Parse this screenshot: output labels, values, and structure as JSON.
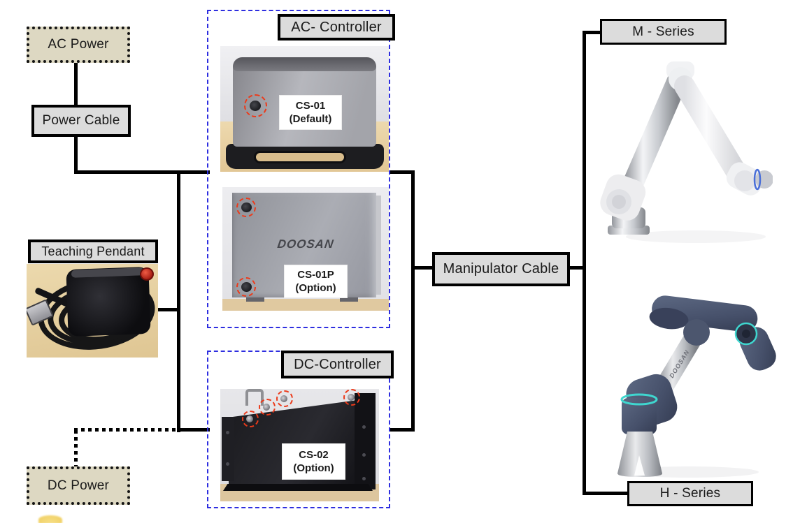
{
  "nodes": {
    "ac_power": "AC Power",
    "power_cable": "Power Cable",
    "teaching_pendant": "Teaching Pendant",
    "dc_power": "DC Power",
    "ac_controller": "AC- Controller",
    "dc_controller": "DC-Controller",
    "manipulator_cable": "Manipulator Cable",
    "m_series": "M - Series",
    "h_series": "H - Series"
  },
  "controllers": {
    "cs01": {
      "model": "CS-01",
      "variant": "(Default)"
    },
    "cs01p": {
      "model": "CS-01P",
      "variant": "(Option)"
    },
    "cs02": {
      "model": "CS-02",
      "variant": "(Option)"
    }
  },
  "brand": {
    "logo": "DOOSAN"
  },
  "colors": {
    "line": "#000000",
    "label_fill": "#dcdcdc",
    "power_fill": "#ddd8c2",
    "controller_frame_dashed": "#2e2ee0",
    "highlight_ring": "#ec3a1a",
    "teal_accent": "#3fd6cf",
    "m_series_wrist_ring": "#4a6fd8"
  }
}
